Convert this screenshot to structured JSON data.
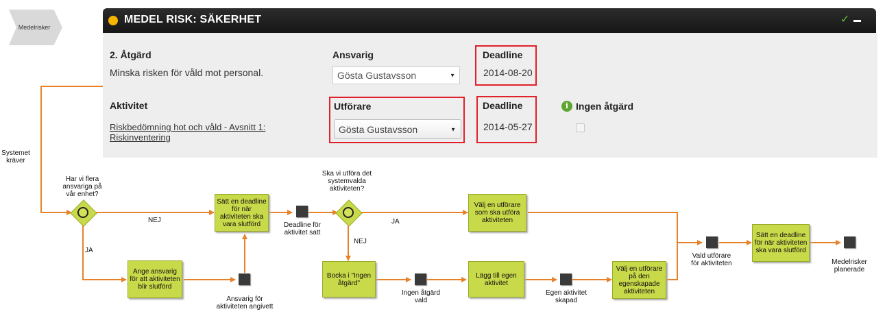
{
  "chevron": {
    "label": "Medelrisker"
  },
  "panel": {
    "status_color": "#f7b500",
    "title": "MEDEL RISK: SÄKERHET",
    "check_icon": "check-icon",
    "collapse_icon": "minus-icon",
    "atgard": {
      "label": "2. Åtgärd",
      "text": "Minska risken för våld mot personal.",
      "ansvarig_label": "Ansvarig",
      "ansvarig_value": "Gösta Gustavsson",
      "deadline_label": "Deadline",
      "deadline_value": "2014-08-20"
    },
    "aktivitet": {
      "label": "Aktivitet",
      "link_line1": "Riskbedömning hot och våld - Avsnitt 1:",
      "link_line2": "Riskinventering",
      "utforare_label": "Utförare",
      "utforare_value": "Gösta Gustavsson",
      "deadline_label": "Deadline",
      "deadline_value": "2014-05-27",
      "ingen_label": "Ingen åtgärd",
      "ingen_checked": false
    }
  },
  "flow": {
    "systemet": [
      "Systemet",
      "kräver"
    ],
    "gateway1_q": [
      "Har vi flera",
      "ansvariga på",
      "vår enhet?"
    ],
    "nej1": "NEJ",
    "ja1": "JA",
    "task_deadline1": "Sätt en deadline för när aktiviteten ska vara slutförd",
    "task_ansvarig": "Ange ansvarig för att aktiviteten blir slutförd",
    "ev_ansvarig": [
      "Ansvarig för",
      "aktiviteten angivett"
    ],
    "ev_deadline": [
      "Deadline för",
      "aktivitet satt"
    ],
    "gateway2_q": [
      "Ska vi utföra det",
      "systemvalda",
      "aktiviteten?"
    ],
    "ja2": "JA",
    "nej2": "NEJ",
    "task_valj": "Välj en utförare som ska utföra aktiviteten",
    "task_bocka": "Bocka i \"Ingen åtgärd\"",
    "ev_ingen": [
      "Ingen åtgärd",
      "vald"
    ],
    "task_lagg": "Lägg till egen aktivitet",
    "ev_egen": [
      "Egen aktivitet",
      "skapad"
    ],
    "task_valj_egen": "Välj en utförare på den egenskapade aktiviteten",
    "ev_vald": [
      "Vald utförare",
      "för aktiviteten"
    ],
    "task_deadline2": "Sätt en deadline för när aktiviteten ska vara slutförd",
    "ev_end": [
      "Medelrisker",
      "planerade"
    ],
    "accent_color": "#e8822a"
  }
}
